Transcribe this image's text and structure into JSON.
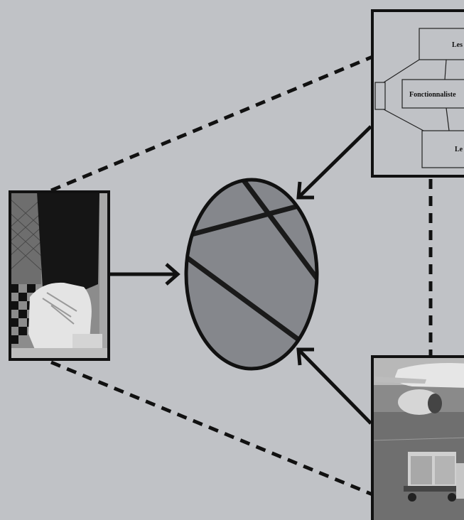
{
  "background_color": "#c0c2c6",
  "line_color": "#111111",
  "nodes": {
    "left_photo": {
      "icon": "photo-sneakers",
      "description_colors": [
        "#1a1a1a",
        "#e8e8e8",
        "#888888"
      ]
    },
    "center_lens": {
      "icon": "magnifier-lens",
      "fill": "#85878c"
    },
    "top_right_diagram": {
      "labels": {
        "top": "Les",
        "middle": "Fonctionnaliste",
        "bottom": "Le"
      }
    },
    "bottom_right_photo": {
      "icon": "photo-airport-apron"
    }
  }
}
